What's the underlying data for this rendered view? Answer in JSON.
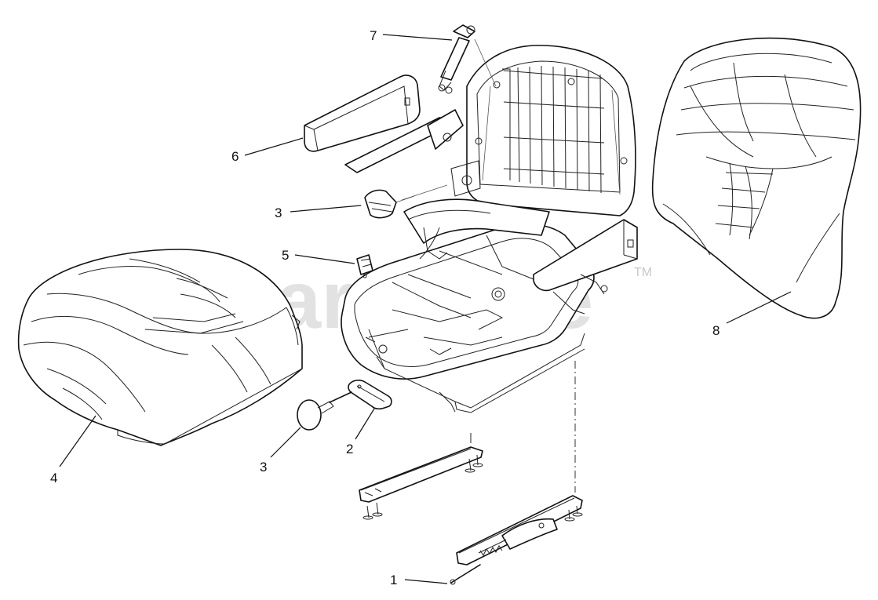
{
  "watermark": {
    "text": "PartsTree",
    "tm": "TM"
  },
  "callouts": [
    {
      "id": "c1",
      "number": "1"
    },
    {
      "id": "c2",
      "number": "2"
    },
    {
      "id": "c3a",
      "number": "3"
    },
    {
      "id": "c3b",
      "number": "3"
    },
    {
      "id": "c4",
      "number": "4"
    },
    {
      "id": "c5",
      "number": "5"
    },
    {
      "id": "c6",
      "number": "6"
    },
    {
      "id": "c7",
      "number": "7"
    },
    {
      "id": "c8",
      "number": "8"
    }
  ]
}
